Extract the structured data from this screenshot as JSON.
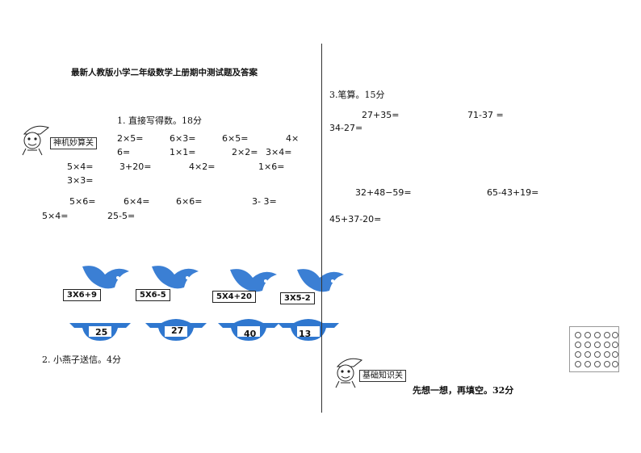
{
  "title": "最新人教版小学二年级数学上册期中测试题及答案",
  "left": {
    "badge": "神机妙算关",
    "section1": "1. 直接写得数。18分",
    "rows": [
      [
        "2×5=",
        "6×3=",
        "6×5=",
        "4×"
      ],
      [
        "6=",
        "1×1=",
        "2×2=",
        "3×4="
      ],
      [
        "5×4=",
        "3+20=",
        "4×2=",
        "1×6="
      ],
      [
        "3×3="
      ],
      [
        "5×6=",
        "6×4=",
        "6×6=",
        "3- 3="
      ],
      [
        "5×4=",
        "25-5="
      ]
    ],
    "birds": [
      "3X6+9",
      "5X6-5",
      "5X4+20",
      "3X5-2"
    ],
    "pots": [
      "25",
      "27",
      "40",
      "13"
    ],
    "section2": "2. 小燕子送信。4分"
  },
  "right": {
    "section3": "3.笔算。15分",
    "calc": [
      "27+35=",
      "71-37 =",
      "34-27=",
      "32+48−59=",
      "65-43+19=",
      "45+37-20="
    ],
    "badge": "基础知识关",
    "instruction": "先想一想，再填空。32分"
  },
  "colors": {
    "bird": "#3b7fd4",
    "pot": "#2f77cf"
  }
}
